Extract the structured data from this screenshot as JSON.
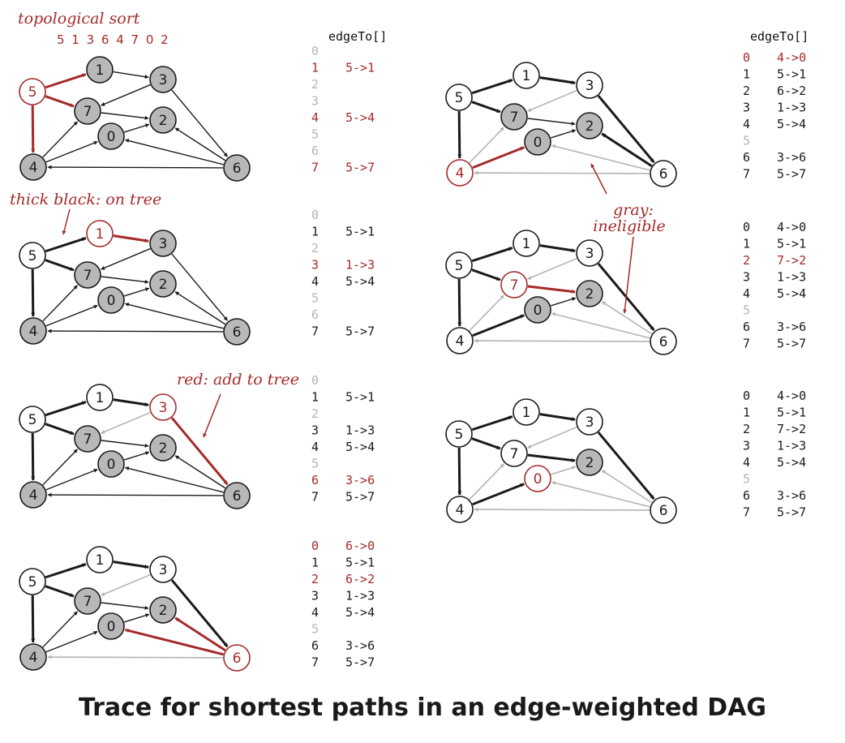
{
  "title": "Trace for shortest paths in an edge-weighted DAG",
  "annotations": {
    "topo_label": "topological sort",
    "topo_order": "5 1 3 6 4 7 0 2",
    "tree_label": "thick black: on tree",
    "add_label": "red: add to tree",
    "gray_label_1": "gray:",
    "gray_label_2": "ineligible"
  },
  "edge_to_header": "edgeTo[]",
  "colors": {
    "red": "#a52a2a",
    "black": "#1a1a1a",
    "gray": "#b4b4b4",
    "node_fill_gray": "#b8b8b8"
  },
  "nodes": [
    "0",
    "1",
    "2",
    "3",
    "4",
    "5",
    "6",
    "7"
  ],
  "edges": [
    [
      5,
      1
    ],
    [
      5,
      7
    ],
    [
      5,
      4
    ],
    [
      1,
      3
    ],
    [
      3,
      7
    ],
    [
      3,
      6
    ],
    [
      7,
      2
    ],
    [
      0,
      2
    ],
    [
      4,
      0
    ],
    [
      4,
      7
    ],
    [
      6,
      0
    ],
    [
      6,
      2
    ],
    [
      6,
      4
    ]
  ],
  "panels": [
    {
      "id": "p1",
      "nodes": [
        {
          "v": 0,
          "s": "gray"
        },
        {
          "v": 1,
          "s": "gray"
        },
        {
          "v": 2,
          "s": "gray"
        },
        {
          "v": 3,
          "s": "gray"
        },
        {
          "v": 4,
          "s": "gray"
        },
        {
          "v": 5,
          "s": "red"
        },
        {
          "v": 6,
          "s": "gray"
        },
        {
          "v": 7,
          "s": "gray"
        }
      ],
      "edges": [
        "red-thick",
        "red-thick",
        "red-thick",
        "normal",
        "normal",
        "normal",
        "normal",
        "normal",
        "normal",
        "normal",
        "normal",
        "normal",
        "normal"
      ],
      "rows": [
        {
          "v": "0",
          "e": "",
          "s": "gray"
        },
        {
          "v": "1",
          "e": "5->1",
          "s": "red"
        },
        {
          "v": "2",
          "e": "",
          "s": "gray"
        },
        {
          "v": "3",
          "e": "",
          "s": "gray"
        },
        {
          "v": "4",
          "e": "5->4",
          "s": "red"
        },
        {
          "v": "5",
          "e": "",
          "s": "gray"
        },
        {
          "v": "6",
          "e": "",
          "s": "gray"
        },
        {
          "v": "7",
          "e": "5->7",
          "s": "red"
        }
      ]
    },
    {
      "id": "p2",
      "nodes": [
        {
          "v": 0,
          "s": "gray"
        },
        {
          "v": 1,
          "s": "red"
        },
        {
          "v": 2,
          "s": "gray"
        },
        {
          "v": 3,
          "s": "gray"
        },
        {
          "v": 4,
          "s": "gray"
        },
        {
          "v": 5,
          "s": "white"
        },
        {
          "v": 6,
          "s": "gray"
        },
        {
          "v": 7,
          "s": "gray"
        }
      ],
      "edges": [
        "thick",
        "thick",
        "thick",
        "red-thick",
        "normal",
        "normal",
        "normal",
        "normal",
        "normal",
        "normal",
        "normal",
        "normal",
        "normal"
      ],
      "rows": [
        {
          "v": "0",
          "e": "",
          "s": "gray"
        },
        {
          "v": "1",
          "e": "5->1",
          "s": "black"
        },
        {
          "v": "2",
          "e": "",
          "s": "gray"
        },
        {
          "v": "3",
          "e": "1->3",
          "s": "red"
        },
        {
          "v": "4",
          "e": "5->4",
          "s": "black"
        },
        {
          "v": "5",
          "e": "",
          "s": "gray"
        },
        {
          "v": "6",
          "e": "",
          "s": "gray"
        },
        {
          "v": "7",
          "e": "5->7",
          "s": "black"
        }
      ]
    },
    {
      "id": "p3",
      "nodes": [
        {
          "v": 0,
          "s": "gray"
        },
        {
          "v": 1,
          "s": "white"
        },
        {
          "v": 2,
          "s": "gray"
        },
        {
          "v": 3,
          "s": "red"
        },
        {
          "v": 4,
          "s": "gray"
        },
        {
          "v": 5,
          "s": "white"
        },
        {
          "v": 6,
          "s": "gray"
        },
        {
          "v": 7,
          "s": "gray"
        }
      ],
      "edges": [
        "thick",
        "thick",
        "thick",
        "thick",
        "gray",
        "red-thick",
        "normal",
        "normal",
        "normal",
        "normal",
        "normal",
        "normal",
        "normal"
      ],
      "rows": [
        {
          "v": "0",
          "e": "",
          "s": "gray"
        },
        {
          "v": "1",
          "e": "5->1",
          "s": "black"
        },
        {
          "v": "2",
          "e": "",
          "s": "gray"
        },
        {
          "v": "3",
          "e": "1->3",
          "s": "black"
        },
        {
          "v": "4",
          "e": "5->4",
          "s": "black"
        },
        {
          "v": "5",
          "e": "",
          "s": "gray"
        },
        {
          "v": "6",
          "e": "3->6",
          "s": "red"
        },
        {
          "v": "7",
          "e": "5->7",
          "s": "black"
        }
      ]
    },
    {
      "id": "p4",
      "nodes": [
        {
          "v": 0,
          "s": "gray"
        },
        {
          "v": 1,
          "s": "white"
        },
        {
          "v": 2,
          "s": "gray"
        },
        {
          "v": 3,
          "s": "white"
        },
        {
          "v": 4,
          "s": "gray"
        },
        {
          "v": 5,
          "s": "white"
        },
        {
          "v": 6,
          "s": "red"
        },
        {
          "v": 7,
          "s": "gray"
        }
      ],
      "edges": [
        "thick",
        "thick",
        "thick",
        "thick",
        "gray",
        "thick",
        "normal",
        "normal",
        "normal",
        "normal",
        "red-thick",
        "red-thick",
        "gray"
      ],
      "rows": [
        {
          "v": "0",
          "e": "6->0",
          "s": "red"
        },
        {
          "v": "1",
          "e": "5->1",
          "s": "black"
        },
        {
          "v": "2",
          "e": "6->2",
          "s": "red"
        },
        {
          "v": "3",
          "e": "1->3",
          "s": "black"
        },
        {
          "v": "4",
          "e": "5->4",
          "s": "black"
        },
        {
          "v": "5",
          "e": "",
          "s": "gray"
        },
        {
          "v": "6",
          "e": "3->6",
          "s": "black"
        },
        {
          "v": "7",
          "e": "5->7",
          "s": "black"
        }
      ]
    },
    {
      "id": "p5",
      "nodes": [
        {
          "v": 0,
          "s": "gray"
        },
        {
          "v": 1,
          "s": "white"
        },
        {
          "v": 2,
          "s": "gray"
        },
        {
          "v": 3,
          "s": "white"
        },
        {
          "v": 4,
          "s": "red"
        },
        {
          "v": 5,
          "s": "white"
        },
        {
          "v": 6,
          "s": "white"
        },
        {
          "v": 7,
          "s": "gray"
        }
      ],
      "edges": [
        "thick",
        "thick",
        "thick",
        "thick",
        "gray",
        "thick",
        "normal",
        "normal",
        "red-thick",
        "gray",
        "gray",
        "thick",
        "gray"
      ],
      "rows": [
        {
          "v": "0",
          "e": "4->0",
          "s": "red"
        },
        {
          "v": "1",
          "e": "5->1",
          "s": "black"
        },
        {
          "v": "2",
          "e": "6->2",
          "s": "black"
        },
        {
          "v": "3",
          "e": "1->3",
          "s": "black"
        },
        {
          "v": "4",
          "e": "5->4",
          "s": "black"
        },
        {
          "v": "5",
          "e": "",
          "s": "gray"
        },
        {
          "v": "6",
          "e": "3->6",
          "s": "black"
        },
        {
          "v": "7",
          "e": "5->7",
          "s": "black"
        }
      ]
    },
    {
      "id": "p6",
      "nodes": [
        {
          "v": 0,
          "s": "gray"
        },
        {
          "v": 1,
          "s": "white"
        },
        {
          "v": 2,
          "s": "gray"
        },
        {
          "v": 3,
          "s": "white"
        },
        {
          "v": 4,
          "s": "white"
        },
        {
          "v": 5,
          "s": "white"
        },
        {
          "v": 6,
          "s": "white"
        },
        {
          "v": 7,
          "s": "red"
        }
      ],
      "edges": [
        "thick",
        "thick",
        "thick",
        "thick",
        "gray",
        "thick",
        "red-thick",
        "normal",
        "thick",
        "gray",
        "gray",
        "gray",
        "gray"
      ],
      "rows": [
        {
          "v": "0",
          "e": "4->0",
          "s": "black"
        },
        {
          "v": "1",
          "e": "5->1",
          "s": "black"
        },
        {
          "v": "2",
          "e": "7->2",
          "s": "red"
        },
        {
          "v": "3",
          "e": "1->3",
          "s": "black"
        },
        {
          "v": "4",
          "e": "5->4",
          "s": "black"
        },
        {
          "v": "5",
          "e": "",
          "s": "gray"
        },
        {
          "v": "6",
          "e": "3->6",
          "s": "black"
        },
        {
          "v": "7",
          "e": "5->7",
          "s": "black"
        }
      ]
    },
    {
      "id": "p7",
      "nodes": [
        {
          "v": 0,
          "s": "red"
        },
        {
          "v": 1,
          "s": "white"
        },
        {
          "v": 2,
          "s": "gray"
        },
        {
          "v": 3,
          "s": "white"
        },
        {
          "v": 4,
          "s": "white"
        },
        {
          "v": 5,
          "s": "white"
        },
        {
          "v": 6,
          "s": "white"
        },
        {
          "v": 7,
          "s": "white"
        }
      ],
      "edges": [
        "thick",
        "thick",
        "thick",
        "thick",
        "gray",
        "thick",
        "thick",
        "gray",
        "thick",
        "gray",
        "gray",
        "gray",
        "gray"
      ],
      "rows": [
        {
          "v": "0",
          "e": "4->0",
          "s": "black"
        },
        {
          "v": "1",
          "e": "5->1",
          "s": "black"
        },
        {
          "v": "2",
          "e": "7->2",
          "s": "black"
        },
        {
          "v": "3",
          "e": "1->3",
          "s": "black"
        },
        {
          "v": "4",
          "e": "5->4",
          "s": "black"
        },
        {
          "v": "5",
          "e": "",
          "s": "gray"
        },
        {
          "v": "6",
          "e": "3->6",
          "s": "black"
        },
        {
          "v": "7",
          "e": "5->7",
          "s": "black"
        }
      ]
    }
  ]
}
